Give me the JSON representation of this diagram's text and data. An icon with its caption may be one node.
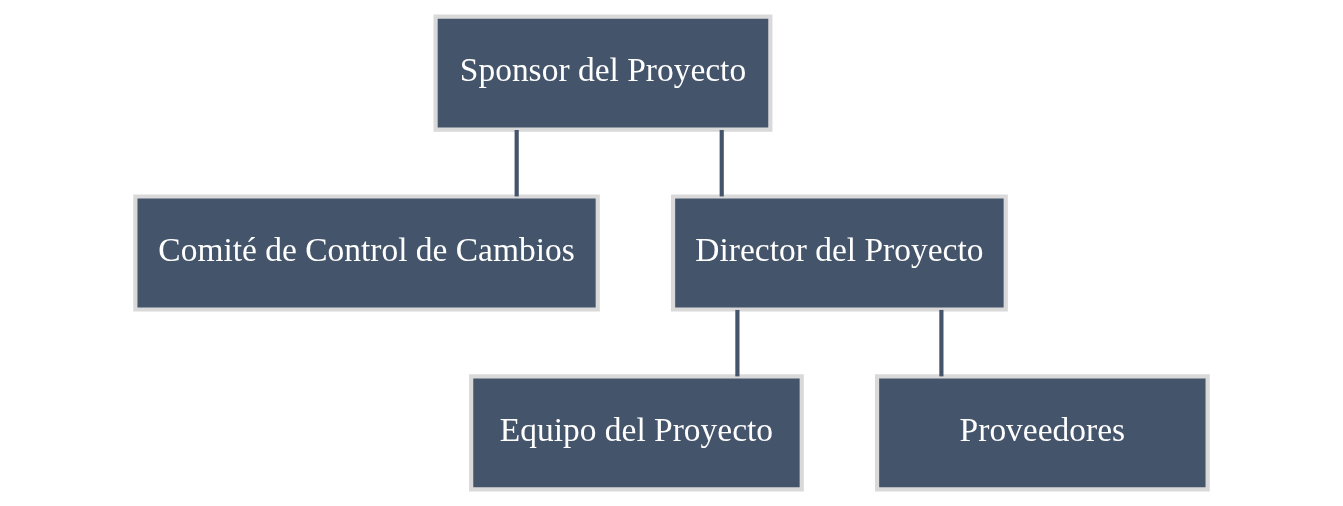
{
  "diagram": {
    "nodes": [
      {
        "text": [
          "Sponsor del Proyecto"
        ]
      },
      {
        "text": [
          "Comité de Control de Cambios"
        ]
      },
      {
        "text": [
          "Director del Proyecto"
        ]
      },
      {
        "text": [
          "Equipo del Proyecto"
        ]
      },
      {
        "text": [
          "Proveedores"
        ]
      }
    ],
    "edges": [
      {
        "from": 0,
        "to": 1,
        "arrow": "none"
      },
      {
        "from": 0,
        "to": 2,
        "arrow": "none"
      },
      {
        "from": 2,
        "to": 3,
        "arrow": "none"
      },
      {
        "from": 2,
        "to": 4,
        "arrow": "none"
      }
    ]
  }
}
